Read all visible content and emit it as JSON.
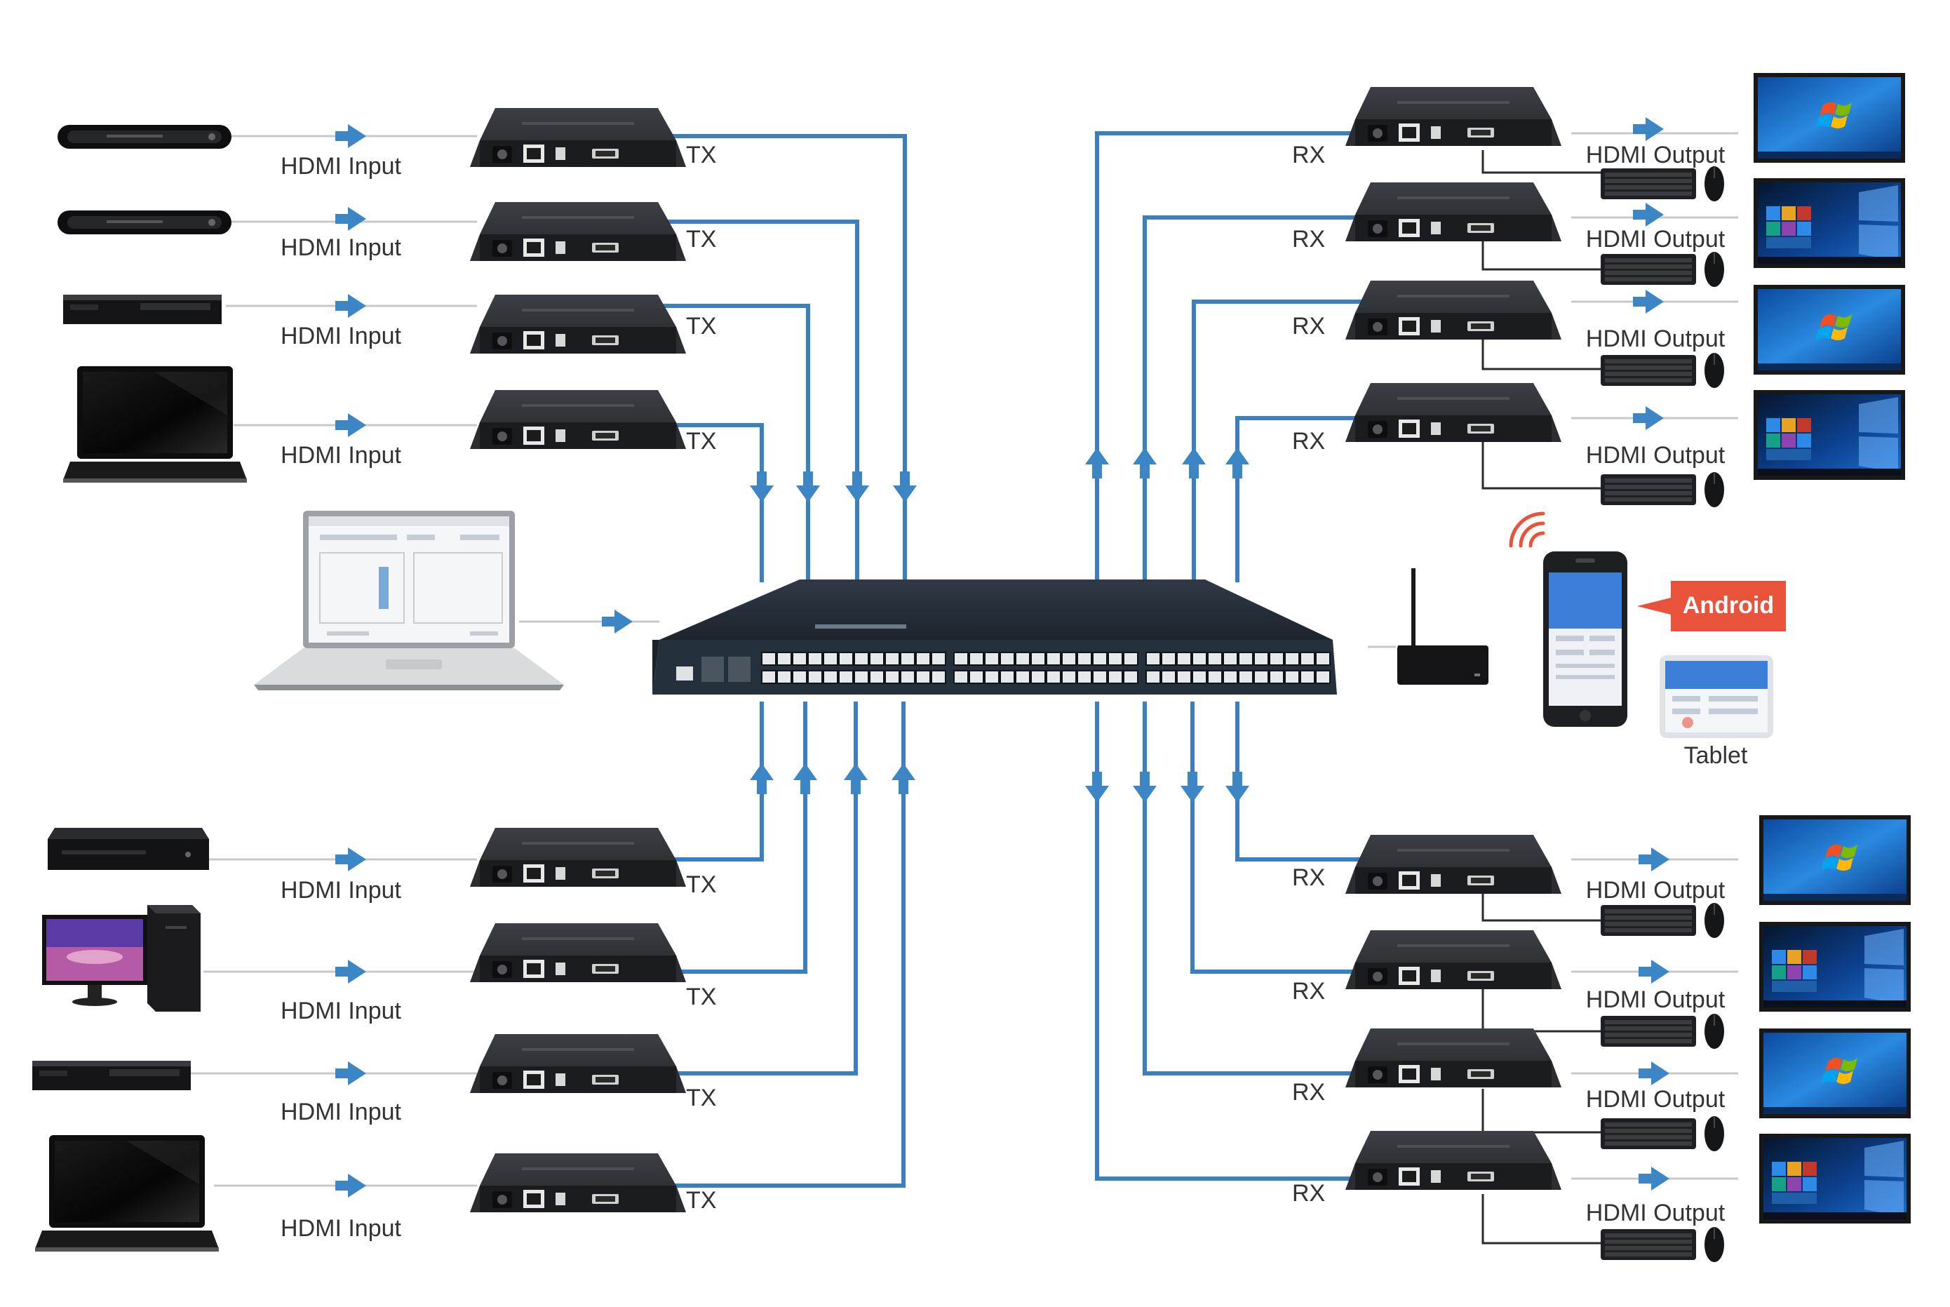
{
  "inputs": {
    "items": [
      {
        "label": "HDMI Input",
        "tx": "TX",
        "device": "media-player"
      },
      {
        "label": "HDMI Input",
        "tx": "TX",
        "device": "media-player"
      },
      {
        "label": "HDMI Input",
        "tx": "TX",
        "device": "dvd-player"
      },
      {
        "label": "HDMI Input",
        "tx": "TX",
        "device": "laptop"
      },
      {
        "label": "HDMI Input",
        "tx": "TX",
        "device": "set-top-box"
      },
      {
        "label": "HDMI Input",
        "tx": "TX",
        "device": "desktop-pc"
      },
      {
        "label": "HDMI Input",
        "tx": "TX",
        "device": "dvd-player"
      },
      {
        "label": "HDMI Input",
        "tx": "TX",
        "device": "laptop"
      }
    ]
  },
  "outputs": {
    "items": [
      {
        "label": "HDMI Output",
        "rx": "RX",
        "display": "windows-7"
      },
      {
        "label": "HDMI Output",
        "rx": "RX",
        "display": "windows-10"
      },
      {
        "label": "HDMI Output",
        "rx": "RX",
        "display": "windows-7"
      },
      {
        "label": "HDMI Output",
        "rx": "RX",
        "display": "windows-10"
      },
      {
        "label": "HDMI Output",
        "rx": "RX",
        "display": "windows-7"
      },
      {
        "label": "HDMI Output",
        "rx": "RX",
        "display": "windows-10"
      },
      {
        "label": "HDMI Output",
        "rx": "RX",
        "display": "windows-7"
      },
      {
        "label": "HDMI Output",
        "rx": "RX",
        "display": "windows-10"
      }
    ]
  },
  "control": {
    "android_label": "Android",
    "tablet_label": "Tablet"
  },
  "colors": {
    "link_line": "#3a7fc2",
    "arrow": "#3d86c6",
    "cable": "#c8c8c8",
    "callout": "#e9533c",
    "device": "#2a2c31"
  },
  "icons": [
    "network-switch-icon",
    "wireless-router-icon",
    "smartphone-icon",
    "tablet-icon",
    "keyboard-icon",
    "mouse-icon",
    "monitor-icon",
    "hdmi-extender-icon",
    "wifi-signal-icon",
    "management-laptop-icon"
  ]
}
